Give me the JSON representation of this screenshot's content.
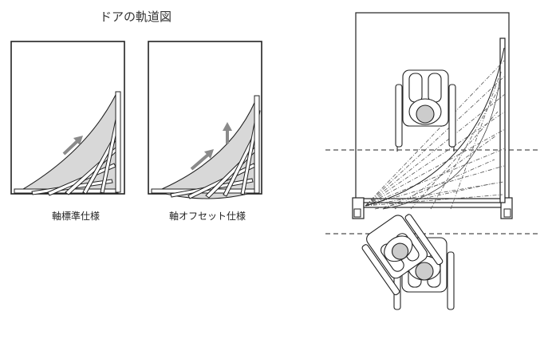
{
  "title": "ドアの軌道図",
  "captions": {
    "axis_standard": "軸標準仕様",
    "axis_offset": "軸オフセット仕様"
  },
  "colors": {
    "line": "#222222",
    "fill": "#d8d8d8",
    "arrow": "#8a8a8a"
  }
}
